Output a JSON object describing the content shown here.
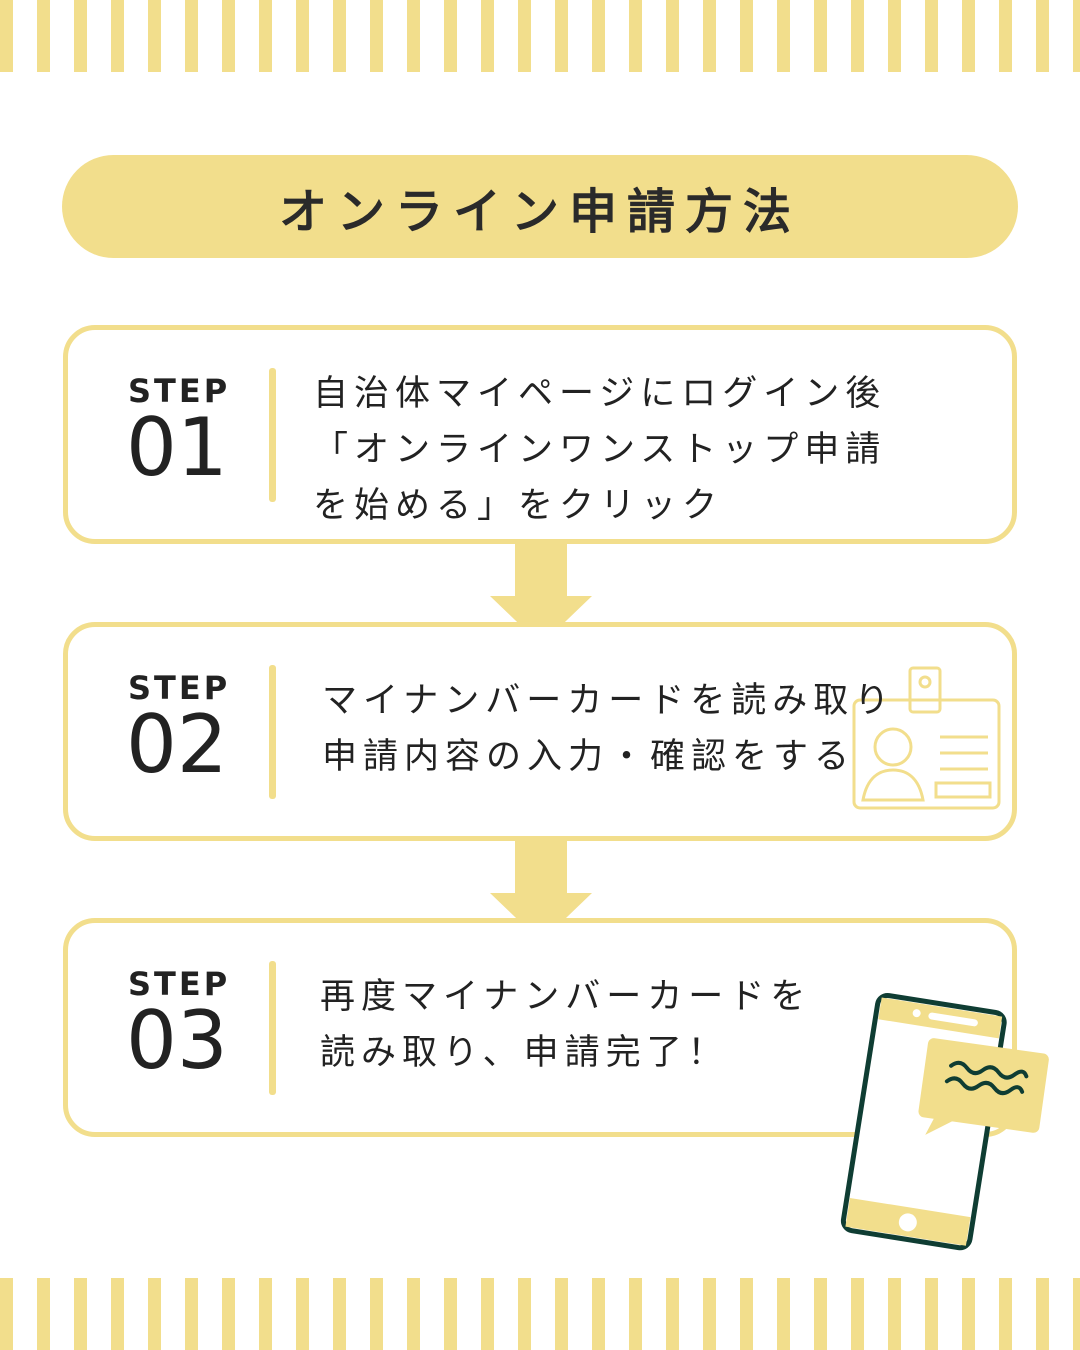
{
  "title": "オンライン申請方法",
  "steps": [
    {
      "label": "STEP",
      "number": "01",
      "lines": [
        "自治体マイページにログイン後",
        "「オンラインワンストップ申請",
        "を始める」をクリック"
      ]
    },
    {
      "label": "STEP",
      "number": "02",
      "lines": [
        "マイナンバーカードを読み取り",
        "申請内容の入力・確認をする"
      ]
    },
    {
      "label": "STEP",
      "number": "03",
      "lines": [
        "再度マイナンバーカードを",
        "読み取り、申請完了！"
      ]
    }
  ],
  "colors": {
    "accent": "#F2DE8C",
    "text": "#222222",
    "phone": "#0F3D33"
  }
}
